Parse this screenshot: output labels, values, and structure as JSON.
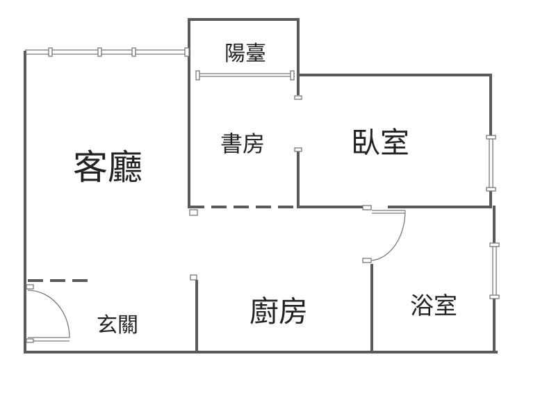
{
  "floor_plan": {
    "rooms": {
      "living_room": "客廳",
      "balcony": "陽臺",
      "study": "書房",
      "bedroom": "臥室",
      "entrance": "玄關",
      "kitchen": "廚房",
      "bathroom": "浴室"
    }
  }
}
